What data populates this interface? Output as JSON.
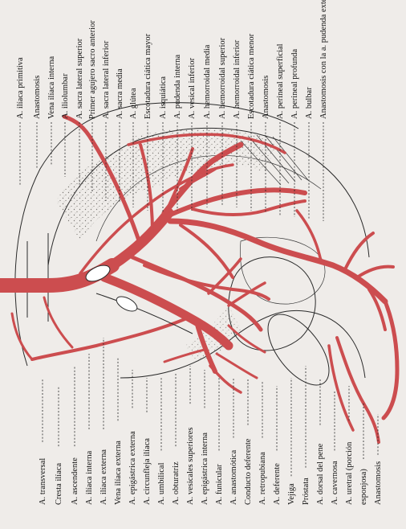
{
  "figure": {
    "colors": {
      "artery": "#cc4d4f",
      "ink": "#151515",
      "paper": "#efece9",
      "stipple": "#6e6a66"
    },
    "labels_top": [
      "A. ilíaca primitiva",
      "Anastomosis",
      "Vena ilíaca interna",
      "A. iliolumbar",
      "A. sacra lateral superior",
      "Primer agujero sacro anterior",
      "A. sacra lateral inferior",
      "A. sacra media",
      "A. glútea",
      "Escotadura ciática mayor",
      "A. isquiática",
      "A. pudenda interna",
      "A. vesical inferior",
      "A. hemorroidal media",
      "A. hemorroidal superior",
      "A. hemorroidal inferior",
      "Escotadura ciática menor",
      "Anastomosis",
      "A. perineal superficial",
      "A. perineal profunda",
      "A. bulbar",
      "Anastomosis con la a. pudenda externa"
    ],
    "labels_bottom": [
      "A. transversal",
      "Cresta ilíaca",
      "A. ascendente",
      "A. ilíaca interna",
      "A. ilíaca externa",
      "Vena ilíaca externa",
      "A. epigástrica externa",
      "A. circunfleja ilíaca",
      "A. umbilical",
      "A. obturatriz",
      "A. vesicales superiores",
      "A. epigástrica interna",
      "A. funicular",
      "A. anastomótica",
      "Conducto deferente",
      "A. retropubiana",
      "A. deferente",
      "Vejiga",
      "Próstata",
      "A. dorsal del pene",
      "A. cavernosa",
      "A. uretral (porción",
      "esponjosa)",
      "Anastomosis"
    ]
  }
}
